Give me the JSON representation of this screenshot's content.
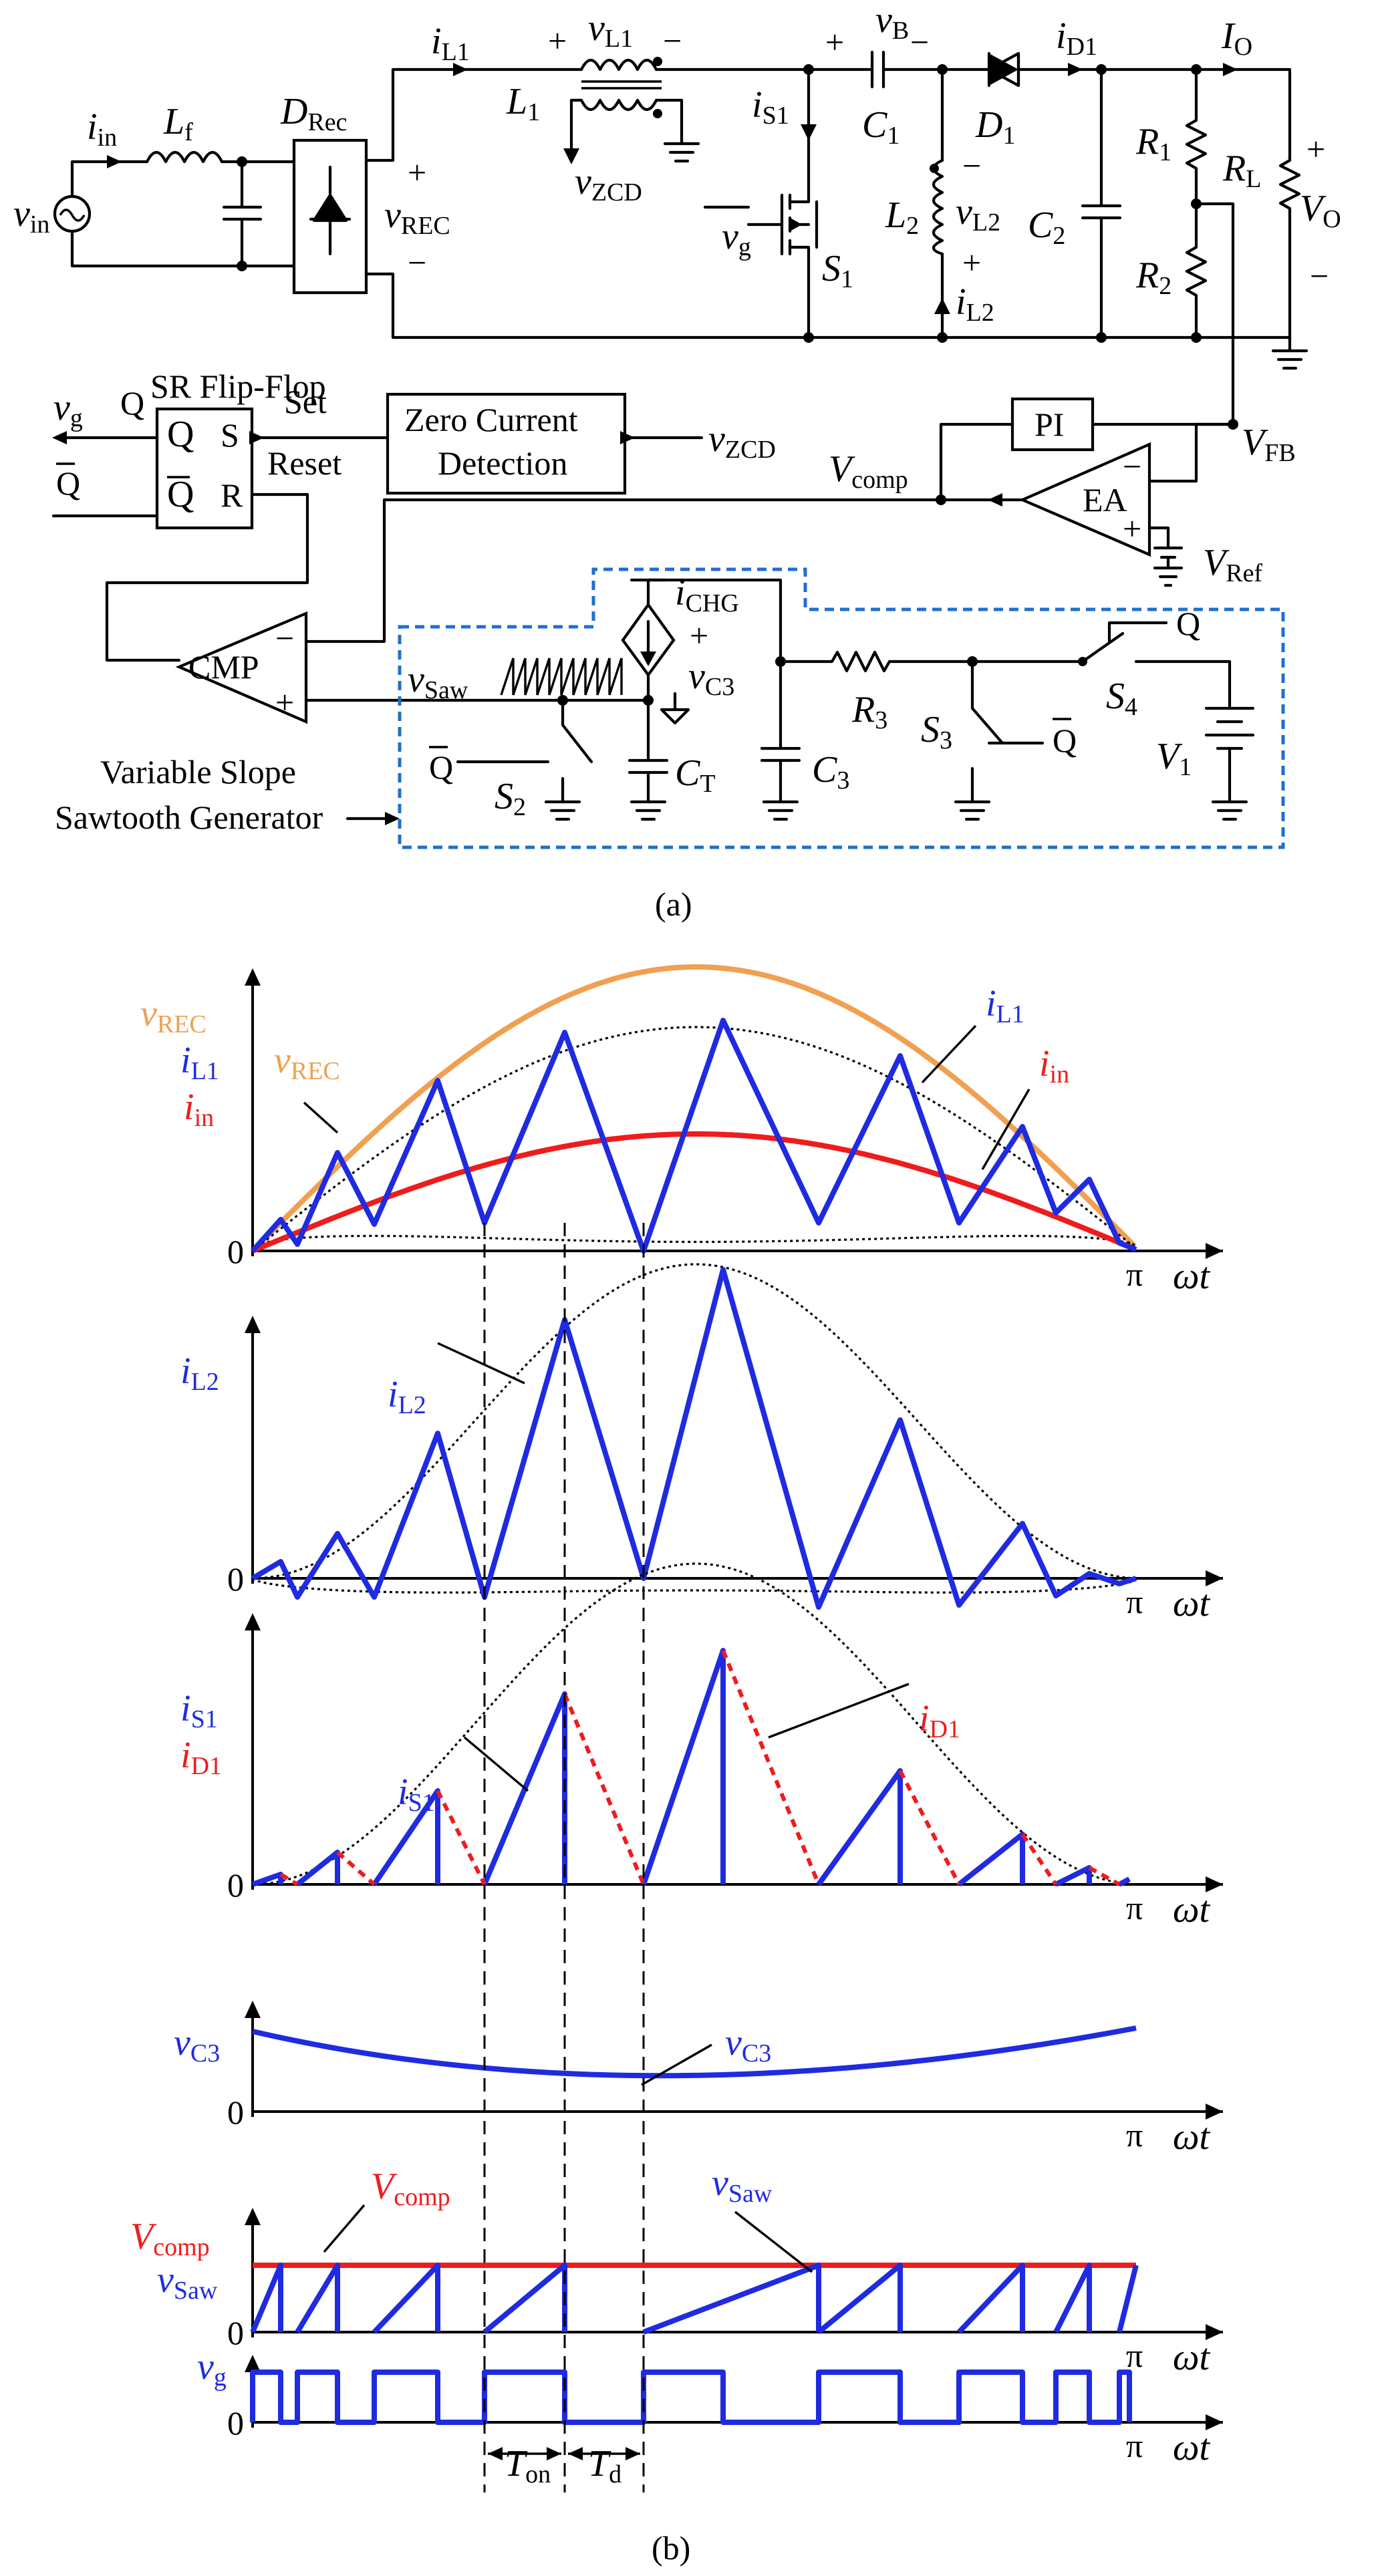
{
  "figure": {
    "caption_a": "(a)",
    "caption_b": "(b)"
  },
  "circuit": {
    "labels": {
      "i_in": "i",
      "i_in_sub": "in",
      "Lf": "L",
      "Lf_sub": "f",
      "DRec": "D",
      "DRec_sub": "Rec",
      "v_in": "v",
      "v_in_sub": "in",
      "v_rec": "v",
      "v_rec_sub": "REC",
      "plus": "+",
      "minus": "−",
      "iL1": "i",
      "iL1_sub": "L1",
      "vL1": "v",
      "vL1_sub": "L1",
      "L1": "L",
      "L1_sub": "1",
      "vZCD": "v",
      "vZCD_sub": "ZCD",
      "vB": "v",
      "vB_sub": "B",
      "iS1": "i",
      "iS1_sub": "S1",
      "C1": "C",
      "C1_sub": "1",
      "D1": "D",
      "D1_sub": "1",
      "iD1": "i",
      "iD1_sub": "D1",
      "IO": "I",
      "IO_sub": "O",
      "R1": "R",
      "R1_sub": "1",
      "RL": "R",
      "RL_sub": "L",
      "VO": "V",
      "VO_sub": "O",
      "vg": "v",
      "vg_sub": "g",
      "S1": "S",
      "S1_sub": "1",
      "L2": "L",
      "L2_sub": "2",
      "vL2": "v",
      "vL2_sub": "L2",
      "C2": "C",
      "C2_sub": "2",
      "R2": "R",
      "R2_sub": "2",
      "iL2": "i",
      "iL2_sub": "L2",
      "VFB": "V",
      "VFB_sub": "FB",
      "Vcomp": "V",
      "Vcomp_sub": "comp",
      "VRef": "V",
      "VRef_sub": "Ref",
      "iCHG": "i",
      "iCHG_sub": "CHG",
      "vC3": "v",
      "vC3_sub": "C3",
      "vSaw": "v",
      "vSaw_sub": "Saw",
      "R3": "R",
      "R3_sub": "3",
      "C3": "C",
      "C3_sub": "3",
      "CT": "C",
      "CT_sub": "T",
      "S2": "S",
      "S2_sub": "2",
      "S3": "S",
      "S3_sub": "3",
      "S4": "S",
      "S4_sub": "4",
      "V1": "V",
      "V1_sub": "1",
      "Q": "Q",
      "Qbar": "Q"
    },
    "blocks": {
      "sr_title": "SR Flip-Flop",
      "sr_set": "Set",
      "sr_reset": "Reset",
      "sr_s": "S",
      "sr_r": "R",
      "sr_q": "Q",
      "sr_qbar": "Q",
      "zcd_line1": "Zero Current",
      "zcd_line2": "Detection",
      "pi": "PI",
      "ea": "EA",
      "cmp": "CMP",
      "saw_line1": "Variable Slope",
      "saw_line2": "Sawtooth Generator"
    }
  },
  "waveforms": {
    "axis_x": "ωt",
    "pi": "π",
    "zero": "0",
    "plot1": {
      "y_v": "v",
      "y_v_sub": "REC",
      "y_i": "i",
      "y_i_sub": "L1",
      "y_in": "i",
      "y_in_sub": "in",
      "ann_vrec": "v",
      "ann_vrec_sub": "REC",
      "ann_iL1": "i",
      "ann_iL1_sub": "L1",
      "ann_iin": "i",
      "ann_iin_sub": "in"
    },
    "plot2": {
      "y": "i",
      "y_sub": "L2",
      "ann": "i",
      "ann_sub": "L2"
    },
    "plot3": {
      "y_s1": "i",
      "y_s1_sub": "S1",
      "y_d1": "i",
      "y_d1_sub": "D1",
      "ann_s1": "i",
      "ann_s1_sub": "S1",
      "ann_d1": "i",
      "ann_d1_sub": "D1"
    },
    "plot4": {
      "y": "v",
      "y_sub": "C3",
      "ann": "v",
      "ann_sub": "C3"
    },
    "plot5": {
      "y_vcomp": "V",
      "y_vcomp_sub": "comp",
      "y_vsaw": "v",
      "y_vsaw_sub": "Saw",
      "ann_vcomp": "V",
      "ann_vcomp_sub": "comp",
      "ann_vsaw": "v",
      "ann_vsaw_sub": "Saw"
    },
    "plot6": {
      "y": "v",
      "y_sub": "g",
      "ton": "T",
      "ton_sub": "on",
      "td": "T",
      "td_sub": "d"
    },
    "colors": {
      "vrec": "#f0a050",
      "iL": "#1f2be0",
      "iin": "#ee1c1c"
    }
  }
}
